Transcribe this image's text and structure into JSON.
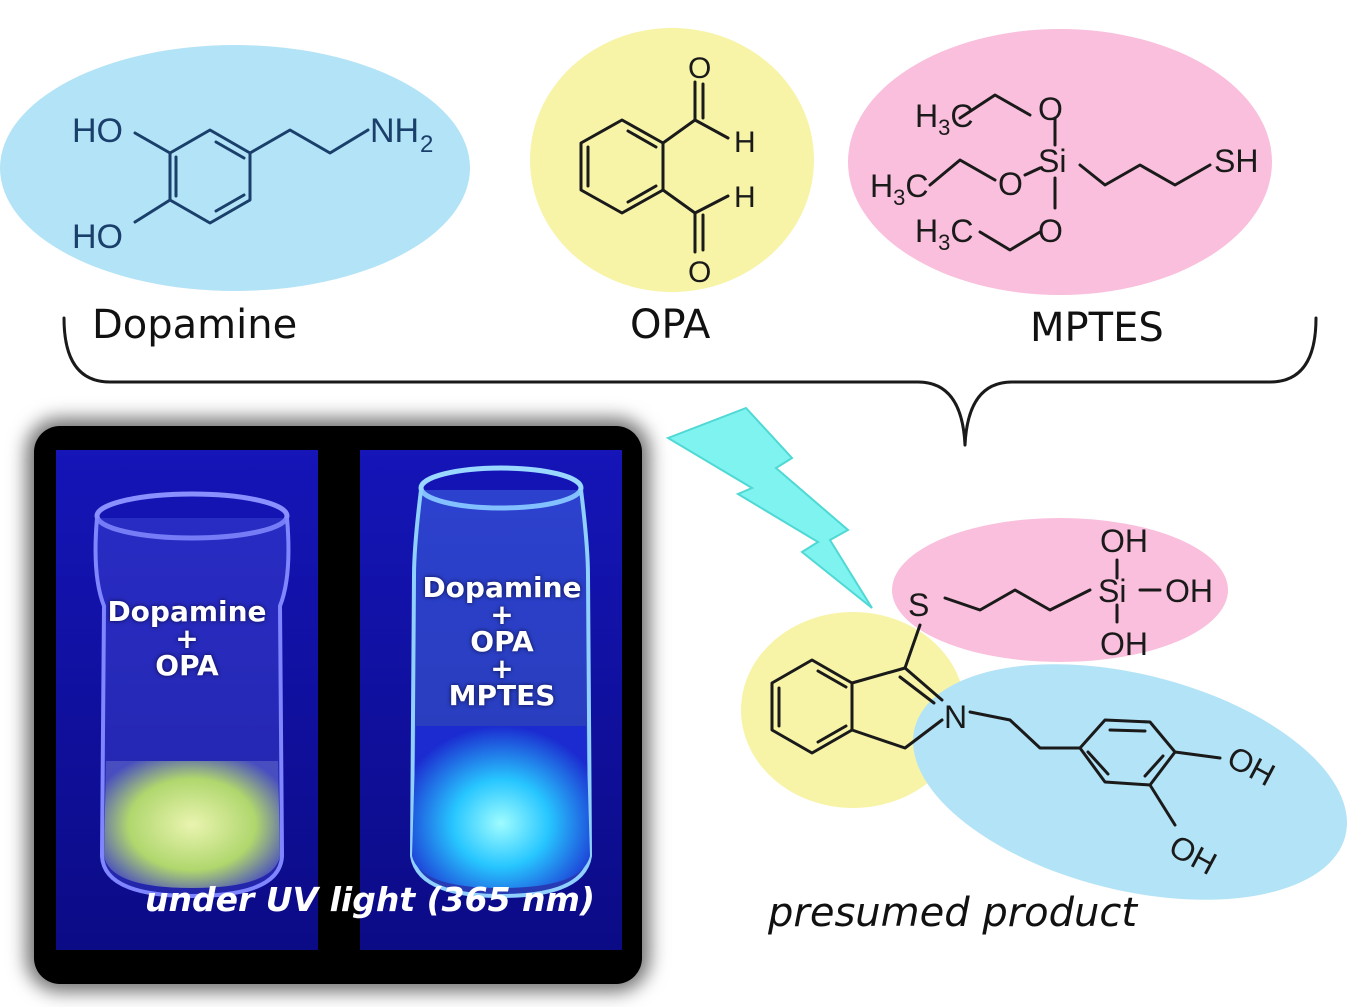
{
  "molecules": {
    "dopamine": {
      "name": "Dopamine",
      "atoms": {
        "ho_top": "HO",
        "ho_bottom": "HO",
        "nh": "NH",
        "nh_sub": "2"
      },
      "color": "#b3e3f6"
    },
    "opa": {
      "name": "OPA",
      "atoms": {
        "o_top": "O",
        "h_top": "H",
        "h_bottom": "H",
        "o_bottom": "O"
      },
      "color": "#f7f4a8"
    },
    "mptes": {
      "name": "MPTES",
      "atoms": {
        "h3c": "H",
        "sub3": "3",
        "c": "C",
        "o": "O",
        "si": "Si",
        "sh": "SH"
      },
      "color": "#f9bfdc"
    }
  },
  "photo": {
    "vial_left": {
      "line1": "Dopamine",
      "line2": "+",
      "line3": "OPA"
    },
    "vial_right": {
      "line1": "Dopamine",
      "line2": "+",
      "line3": "OPA",
      "line4": "+",
      "line5": "MPTES"
    },
    "caption": "under UV light (365 nm)"
  },
  "product": {
    "label": "presumed product",
    "atoms": {
      "s": "S",
      "n": "N",
      "si": "Si",
      "oh": "OH"
    }
  },
  "colors": {
    "bolt": "#7ff3ef",
    "photo_bg": "#0a0a9a"
  }
}
